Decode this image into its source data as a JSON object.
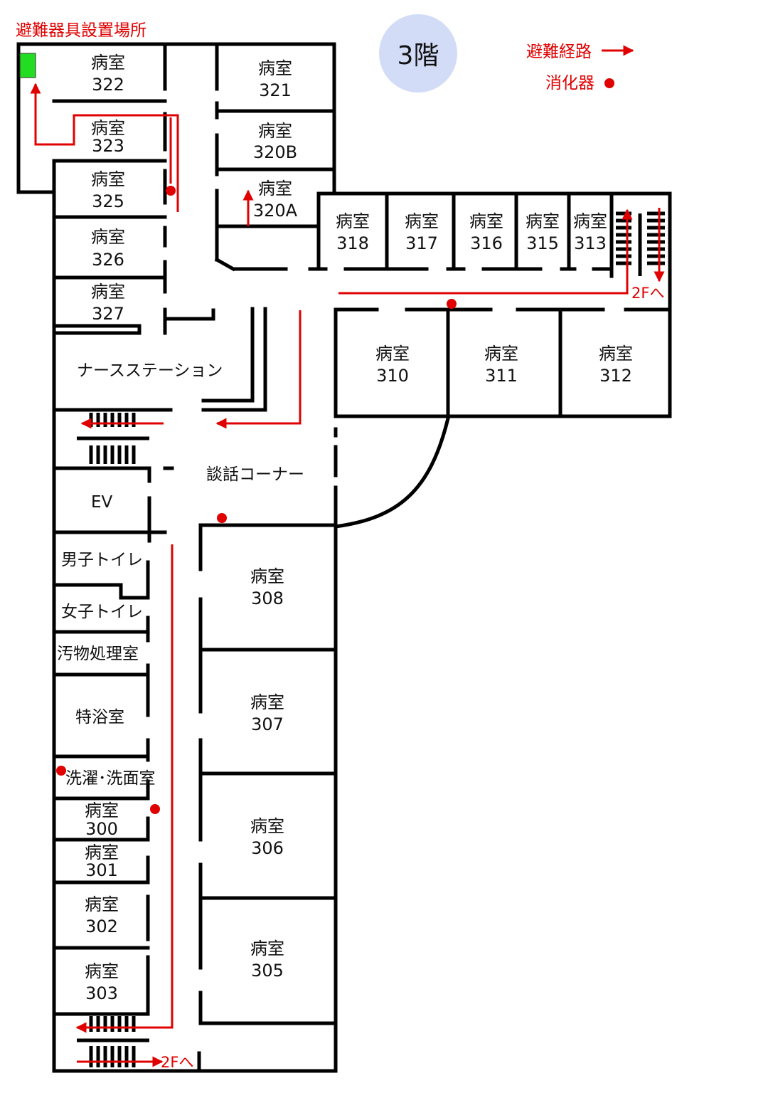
{
  "floor_label": "3階",
  "legend": {
    "route_label": "避難経路",
    "extinguisher_label": "消化器",
    "equipment_label": "避難器具設置場所"
  },
  "colors": {
    "route": "#e00000",
    "wall": "#000000",
    "equipment": "#22dd22",
    "floor_badge": "#d3dcf7"
  },
  "rooms": {
    "r322": [
      "病室",
      "322"
    ],
    "r323": [
      "病室",
      "323"
    ],
    "r325": [
      "病室",
      "325"
    ],
    "r326": [
      "病室",
      "326"
    ],
    "r327": [
      "病室",
      "327"
    ],
    "r321": [
      "病室",
      "321"
    ],
    "r320b": [
      "病室",
      "320B"
    ],
    "r320a": [
      "病室",
      "320A"
    ],
    "r318": [
      "病室",
      "318"
    ],
    "r317": [
      "病室",
      "317"
    ],
    "r316": [
      "病室",
      "316"
    ],
    "r315": [
      "病室",
      "315"
    ],
    "r313": [
      "病室",
      "313"
    ],
    "r310": [
      "病室",
      "310"
    ],
    "r311": [
      "病室",
      "311"
    ],
    "r312": [
      "病室",
      "312"
    ],
    "r308": [
      "病室",
      "308"
    ],
    "r307": [
      "病室",
      "307"
    ],
    "r306": [
      "病室",
      "306"
    ],
    "r305": [
      "病室",
      "305"
    ],
    "r300": [
      "病室",
      "300"
    ],
    "r301": [
      "病室",
      "301"
    ],
    "r302": [
      "病室",
      "302"
    ],
    "r303": [
      "病室",
      "303"
    ]
  },
  "areas": {
    "nurse_station": "ナースステーション",
    "lounge": "談話コーナー",
    "ev": "EV",
    "mens_toilet": "男子トイレ",
    "womens_toilet": "女子トイレ",
    "soiled_utility": "汚物処理室",
    "special_bath": "特浴室",
    "laundry": "洗濯･洗面室"
  },
  "to_2f_label": "2Fへ"
}
